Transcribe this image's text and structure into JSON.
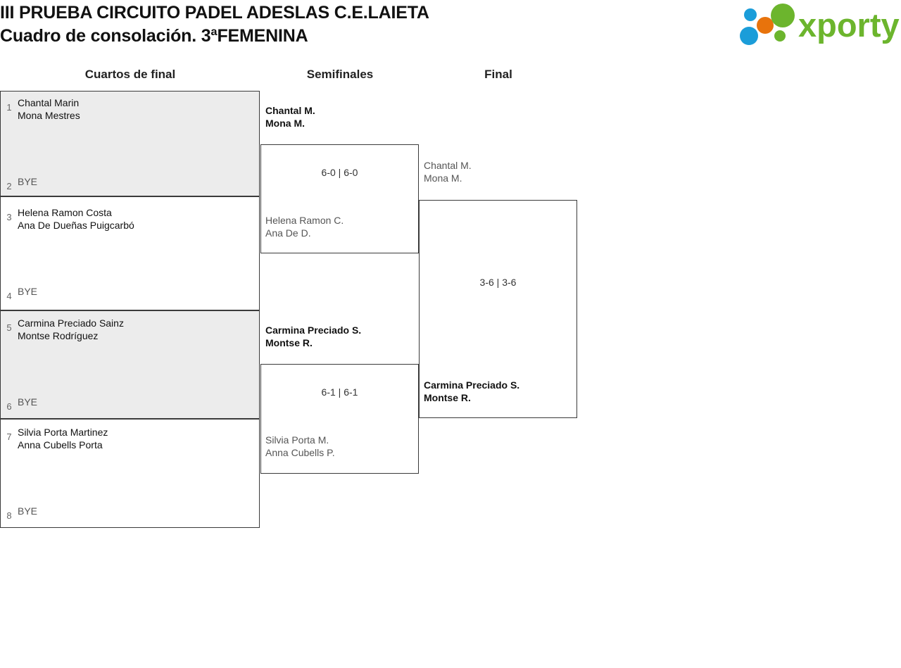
{
  "header": {
    "title_line1": "III PRUEBA CIRCUITO PADEL ADESLAS C.E.LAIETA",
    "title_line2": "Cuadro de consolación. 3ªFEMENINA",
    "logo_text": "xporty",
    "logo_colors": {
      "green": "#6cb52d",
      "blue": "#1b9dd9",
      "orange": "#e8730c"
    }
  },
  "columns": {
    "quarterfinals": "Cuartos de final",
    "semifinals": "Semifinales",
    "final": "Final"
  },
  "rounds": {
    "r1": [
      {
        "shaded": true,
        "top": {
          "seed": "1",
          "p1": "Chantal Marin",
          "p2": "Mona Mestres"
        },
        "bottom": {
          "seed": "2",
          "p1": "BYE",
          "p2": ""
        }
      },
      {
        "shaded": false,
        "top": {
          "seed": "3",
          "p1": "Helena Ramon Costa",
          "p2": "Ana De Dueñas Puigcarbó"
        },
        "bottom": {
          "seed": "4",
          "p1": "BYE",
          "p2": ""
        }
      },
      {
        "shaded": true,
        "top": {
          "seed": "5",
          "p1": "Carmina Preciado Sainz",
          "p2": "Montse Rodríguez"
        },
        "bottom": {
          "seed": "6",
          "p1": "BYE",
          "p2": ""
        }
      },
      {
        "shaded": false,
        "top": {
          "seed": "7",
          "p1": "Silvia Porta Martinez",
          "p2": "Anna Cubells Porta"
        },
        "bottom": {
          "seed": "8",
          "p1": "BYE",
          "p2": ""
        }
      }
    ],
    "r2": [
      {
        "winner_l1": "Chantal M.",
        "winner_l2": "Mona M.",
        "loser_l1": "Helena Ramon C.",
        "loser_l2": "Ana De D.",
        "score": "6-0 | 6-0"
      },
      {
        "winner_l1": "Carmina Preciado S.",
        "winner_l2": "Montse R.",
        "loser_l1": "Silvia Porta M.",
        "loser_l2": "Anna Cubells P.",
        "score": "6-1 | 6-1"
      }
    ],
    "r3": [
      {
        "loser_l1": "Chantal M.",
        "loser_l2": "Mona M.",
        "winner_l1": "Carmina Preciado S.",
        "winner_l2": "Montse R.",
        "score": "3-6 | 3-6"
      }
    ]
  }
}
